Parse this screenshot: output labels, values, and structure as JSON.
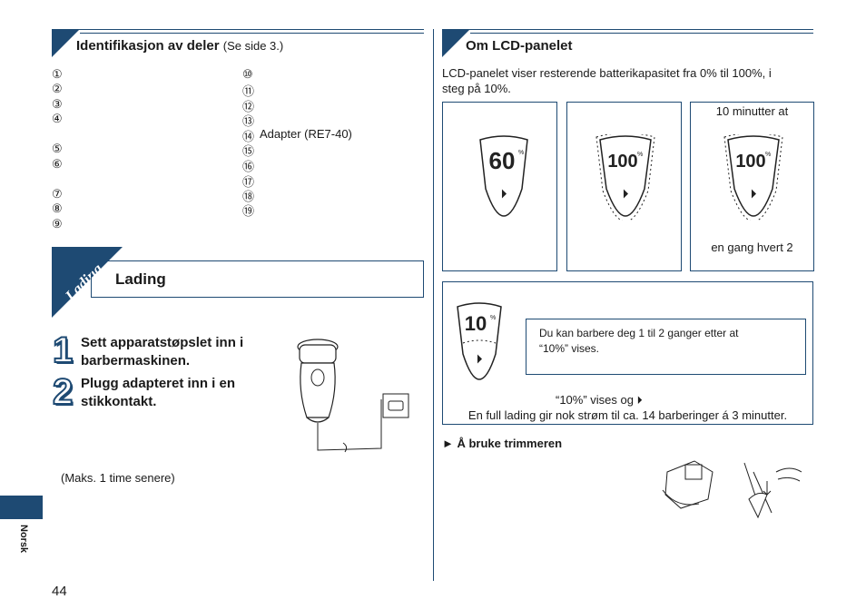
{
  "left_section": {
    "title": "Identifikasjon av deler",
    "title_ref": "(Se side 3.)",
    "parts_col1": [
      "①",
      "②",
      "③",
      "④",
      "⑤",
      "⑥",
      "⑦",
      "⑧",
      "⑨"
    ],
    "parts_col2": [
      "⑩",
      "⑪",
      "⑫",
      "⑬",
      "⑭",
      "⑮",
      "⑯",
      "⑰",
      "⑱",
      "⑲"
    ],
    "adapter_label": "Adapter (RE7-40)"
  },
  "charging": {
    "tab_label": "Lading",
    "header": "Lading",
    "step1_num": "1",
    "step1_line1": "Sett apparatstøpslet inn i",
    "step1_line2": "barbermaskinen.",
    "step2_num": "2",
    "step2_line1": "Plugg adapteret inn i en",
    "step2_line2": "stikkontakt.",
    "note": "(Maks. 1 time senere)"
  },
  "lcd_section": {
    "title": "Om LCD-panelet",
    "intro_line1": "LCD-panelet viser resterende batterikapasitet fra 0% til 100%, i",
    "intro_line2": "steg på 10%.",
    "panel1_value": "60",
    "panel2_value": "100",
    "panel3_value": "100",
    "panel3_top": "10 minutter at",
    "panel3_bottom": "en gang hvert 2",
    "panel4_value": "10",
    "percent_sign": "%",
    "tip_line1": "Du kan barbere deg 1 til 2 ganger etter at",
    "tip_line2": "“10%” vises.",
    "shown_label": "“10%” vises og",
    "full_charge": "En full lading gir nok strøm til ca. 14 barberinger á 3 minutter.",
    "trimmer_link": "► Å bruke trimmeren"
  },
  "sidebar": {
    "language": "Norsk"
  },
  "footer": {
    "page_number": "44"
  },
  "colors": {
    "accent": "#1e4a73"
  }
}
